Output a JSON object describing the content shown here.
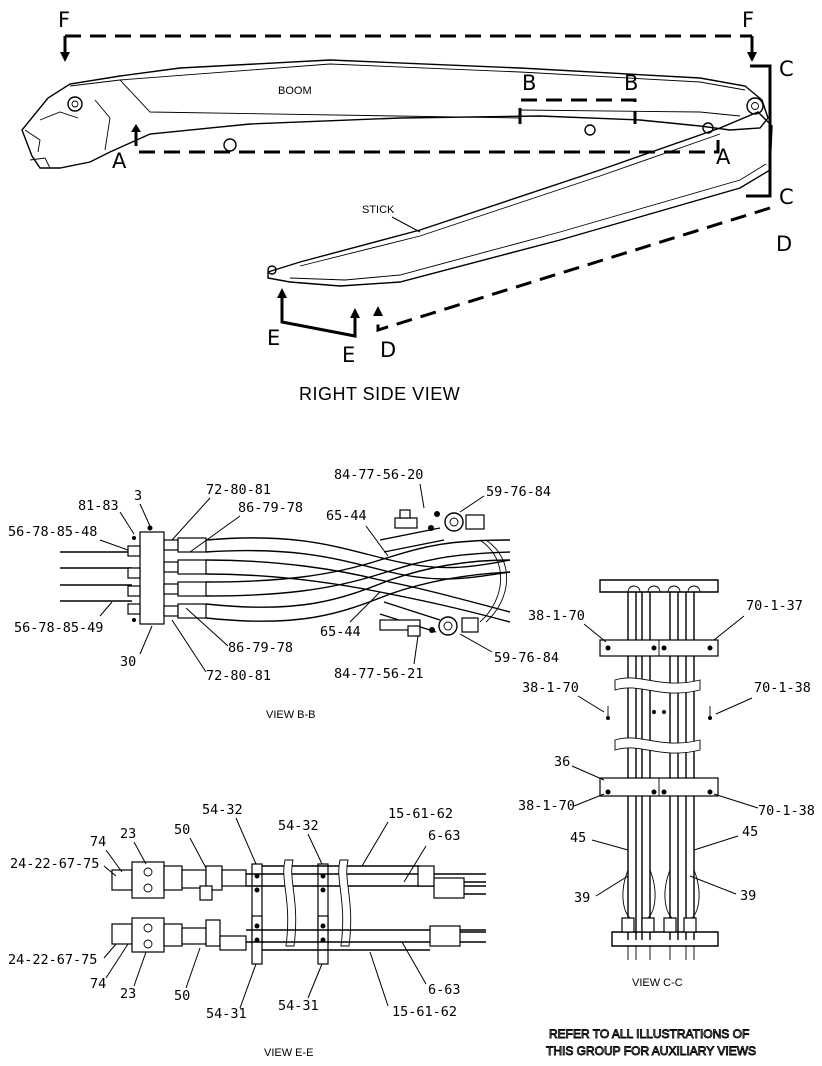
{
  "views": {
    "right_side": {
      "title": "RIGHT SIDE VIEW",
      "labels": {
        "boom": "BOOM",
        "stick": "STICK"
      },
      "section_markers": {
        "f_left": "F",
        "f_right": "F",
        "b_left": "B",
        "b_right": "B",
        "a_left": "A",
        "a_right": "A",
        "c_top": "C",
        "c_bottom": "C",
        "d_right": "D",
        "d_bottom": "D",
        "e_left": "E",
        "e_bottom": "E"
      }
    },
    "bb": {
      "title": "VIEW B-B",
      "callouts": {
        "p81_83": "81-83",
        "p3": "3",
        "p72_80_81_top": "72-80-81",
        "p86_79_78_top": "86-79-78",
        "p56_78_85_48": "56-78-85-48",
        "p56_78_85_49": "56-78-85-49",
        "p30": "30",
        "p86_79_78_bot": "86-79-78",
        "p72_80_81_bot": "72-80-81",
        "p84_77_56_20": "84-77-56-20",
        "p65_44_top": "65-44",
        "p59_76_84_top": "59-76-84",
        "p65_44_bot": "65-44",
        "p59_76_84_bot": "59-76-84",
        "p84_77_56_21": "84-77-56-21"
      }
    },
    "cc": {
      "title": "VIEW C-C",
      "callouts": {
        "p38_1_70_a": "38-1-70",
        "p70_1_37": "70-1-37",
        "p38_1_70_b": "38-1-70",
        "p70_1_38_a": "70-1-38",
        "p36": "36",
        "p38_1_70_c": "38-1-70",
        "p70_1_38_b": "70-1-38",
        "p45_left": "45",
        "p45_right": "45",
        "p39_left": "39",
        "p39_right": "39"
      }
    },
    "ee": {
      "title": "VIEW E-E",
      "callouts": {
        "p74_top": "74",
        "p23_top": "23",
        "p50_top": "50",
        "p54_32_a": "54-32",
        "p54_32_b": "54-32",
        "p15_61_62_top": "15-61-62",
        "p6_63_top": "6-63",
        "p24_22_67_75_top": "24-22-67-75",
        "p24_22_67_75_bot": "24-22-67-75",
        "p74_bot": "74",
        "p23_bot": "23",
        "p50_bot": "50",
        "p54_31_a": "54-31",
        "p54_31_b": "54-31",
        "p6_63_bot": "6-63",
        "p15_61_62_bot": "15-61-62"
      }
    }
  },
  "note": {
    "line1": "REFER TO ALL ILLUSTRATIONS OF",
    "line2": "THIS GROUP FOR AUXILIARY VIEWS"
  }
}
